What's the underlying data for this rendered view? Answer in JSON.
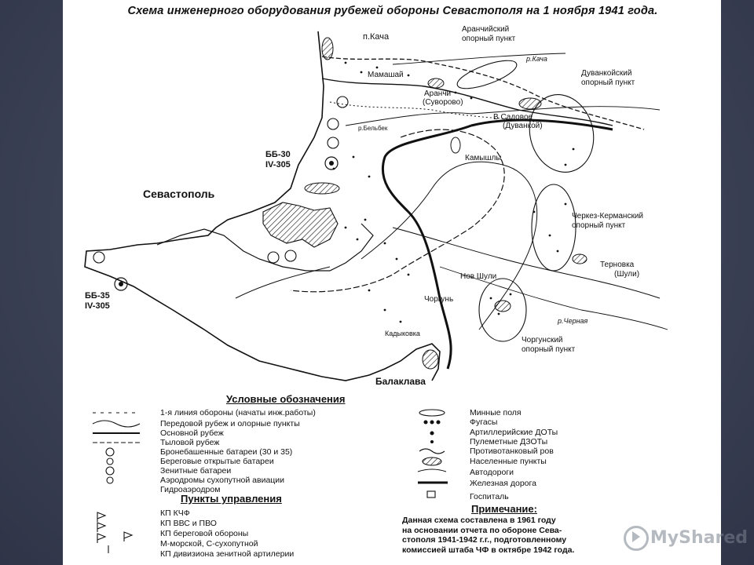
{
  "title": "Схема инженерного оборудования рубежей обороны Севастополя на 1 ноября 1941 года.",
  "map_labels": {
    "kacha_village": "п.Кача",
    "aranchi_point": "Аранчийский\nопорный пункт",
    "river_kacha": "р.Кача",
    "mamashai": "Мамашай",
    "duvankoi_point": "Дуванкойский\nопорный пункт",
    "aranchi": "Аранчи\n(Суворово)",
    "river_belbek": "р.Бельбек",
    "sadovoe": "В Садовое\n(Дуванкой)",
    "bb30": "ББ-30\nIV-305",
    "kamyshly": "Камышлы",
    "sevastopol": "Севастополь",
    "cherkez_point": "Черкез-Керманский\nопорный пункт",
    "ternovka": "Терновка\n(Шули)",
    "nov_shuli": "Нов Шули",
    "bb35": "ББ-35\nIV-305",
    "chorgun": "Чоргунь",
    "river_chernaya": "р.Черная",
    "kadykovka": "Кадыковка",
    "chorgun_point": "Чоргунский\nопорный пункт",
    "balaklava": "Балаклава"
  },
  "legend": {
    "title": "Условные обозначения",
    "left": [
      "1-я линия обороны (начаты инж.работы)",
      "Передовой рубеж и олорные пункты",
      "Основной рубеж",
      "Тыловой рубеж",
      "Бронебашенные батареи (30 и 35)",
      "Береговые открытые батареи",
      "Зенитные батареи",
      "Аэродромы сухопутной авиации",
      "Гидроаэродром"
    ],
    "right": [
      "Минные поля",
      "Фугасы",
      "Артиллерийские ДОТы",
      "Пулеметные ДЗОТы",
      "Противотанковый ров",
      "Населенные пункты",
      "Автодороги",
      "Железная дорога",
      "Госпиталь"
    ],
    "control_title": "Пункты управления",
    "control": [
      "КП КЧФ",
      "КП ВВС и ПВО",
      "КП береговой обороны\nМ-морской, С-сухопутной",
      "КП дивизиона зенитной артилерии"
    ],
    "note_title": "Примечание:",
    "note_text": "Данная схема составлена в 1961 году\nна основании отчета по обороне Сева-\nстополя 1941-1942 г.г., подготовленному\nкомиссией штаба ЧФ в октябре 1942 года."
  },
  "watermark": "MyShared"
}
